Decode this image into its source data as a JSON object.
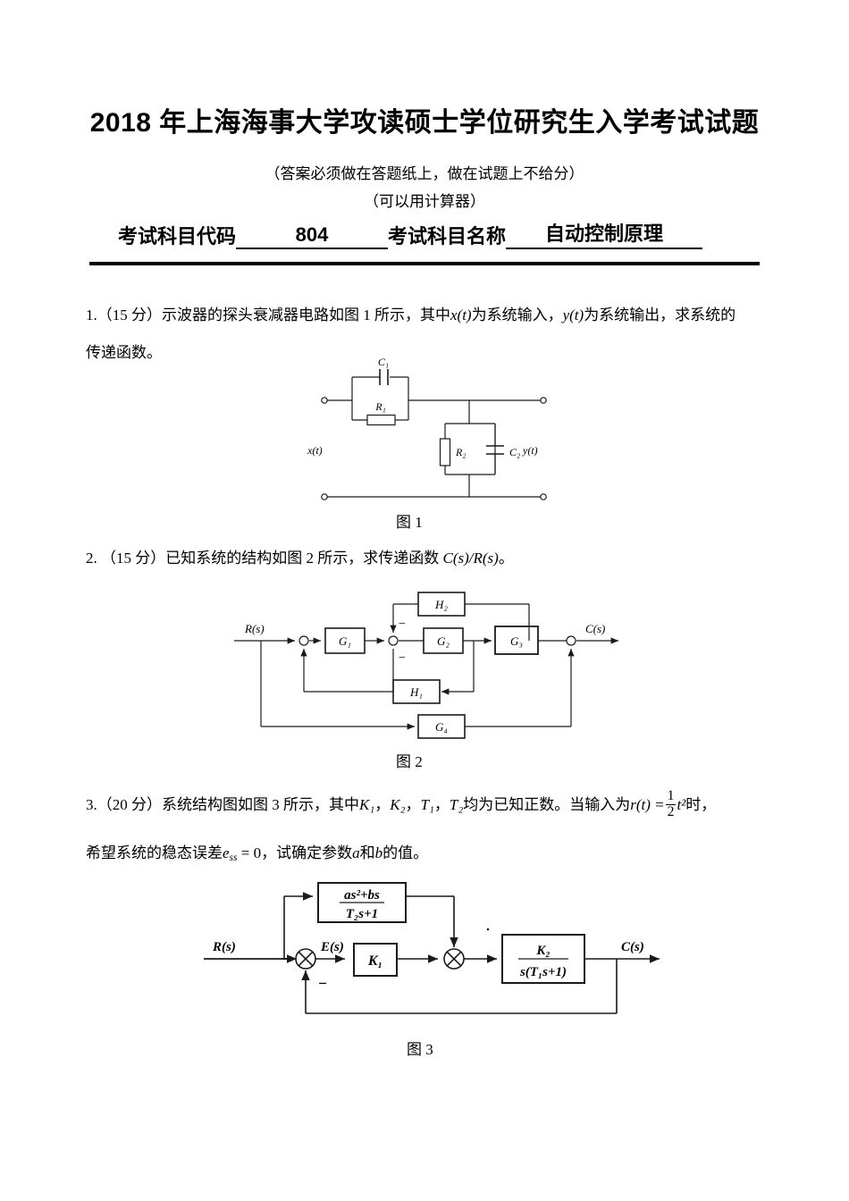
{
  "document": {
    "title": "2018 年上海海事大学攻读硕士学位研究生入学考试试题",
    "note_line1": "（答案必须做在答题纸上，做在试题上不给分）",
    "note_line2": "（可以用计算器）",
    "subject_code_label": "考试科目代码",
    "subject_code_value": "804",
    "subject_name_label": "考试科目名称",
    "subject_name_value": "自动控制原理"
  },
  "questions": [
    {
      "number": "1.",
      "points": "（15 分）",
      "line1_a": "示波器的探头衰减器电路如图 1 所示，其中",
      "line1_x": "x(t)",
      "line1_b": "为系统输入，",
      "line1_y": "y(t)",
      "line1_c": "为系统输出，求系统的",
      "line2": "传递函数。",
      "caption": "图  1"
    },
    {
      "number": "2.",
      "points": "（15 分）",
      "line1_a": "已知系统的结构如图 2 所示，求传递函数",
      "line1_formula": "C(s)/R(s)",
      "line1_b": "。",
      "caption": "图  2"
    },
    {
      "number": "3.",
      "points": "（20 分）",
      "line1_a": "系统结构图如图 3 所示，其中",
      "line1_k1": "K₁",
      "line1_k2": "K₂",
      "line1_t1": "T₁",
      "line1_t2": "T₂",
      "line1_b": "均为已知正数。当输入为",
      "line1_rt": "r(t) =",
      "line1_frac_num": "1",
      "line1_frac_den": "2",
      "line1_t2sup": "t²",
      "line1_c": "时，",
      "line2_a": "希望系统的稳态误差",
      "line2_ess": "e",
      "line2_ess_sub": "ss",
      "line2_eq": "= 0",
      "line2_b": "，试确定参数",
      "line2_a_param": "a",
      "line2_and": "和",
      "line2_b_param": "b",
      "line2_c": "的值。",
      "caption": "图 3"
    }
  ],
  "figure1": {
    "name": "oscilloscope-probe-attenuator-circuit",
    "input_label": "x(t)",
    "output_label": "y(t)",
    "components": [
      {
        "id": "C1",
        "label": "C₁",
        "type": "capacitor"
      },
      {
        "id": "R1",
        "label": "R₁",
        "type": "resistor"
      },
      {
        "id": "R2",
        "label": "R₂",
        "type": "resistor"
      },
      {
        "id": "C2",
        "label": "C₂",
        "type": "capacitor"
      }
    ]
  },
  "figure2": {
    "name": "control-block-diagram-2",
    "input_label": "R(s)",
    "output_label": "C(s)",
    "blocks": [
      {
        "id": "G1",
        "label": "G₁"
      },
      {
        "id": "G2",
        "label": "G₂"
      },
      {
        "id": "G3",
        "label": "G₃"
      },
      {
        "id": "G4",
        "label": "G₄"
      },
      {
        "id": "H1",
        "label": "H₁"
      },
      {
        "id": "H2",
        "label": "H₂"
      }
    ],
    "sign_top": "−",
    "sign_bottom": "−"
  },
  "figure3": {
    "name": "control-block-diagram-3",
    "input_label": "R(s)",
    "output_label": "C(s)",
    "error_label": "E(s)",
    "feedforward_num": "as²+bs",
    "feedforward_den": "T₂s+1",
    "gain_block": "K₁",
    "plant_num": "K₂",
    "plant_den": "s(T₁s+1)",
    "feedback_sign": "−"
  },
  "colors": {
    "ink": "#000000",
    "paper": "#ffffff",
    "diagram_line": "#1a1a1a"
  }
}
